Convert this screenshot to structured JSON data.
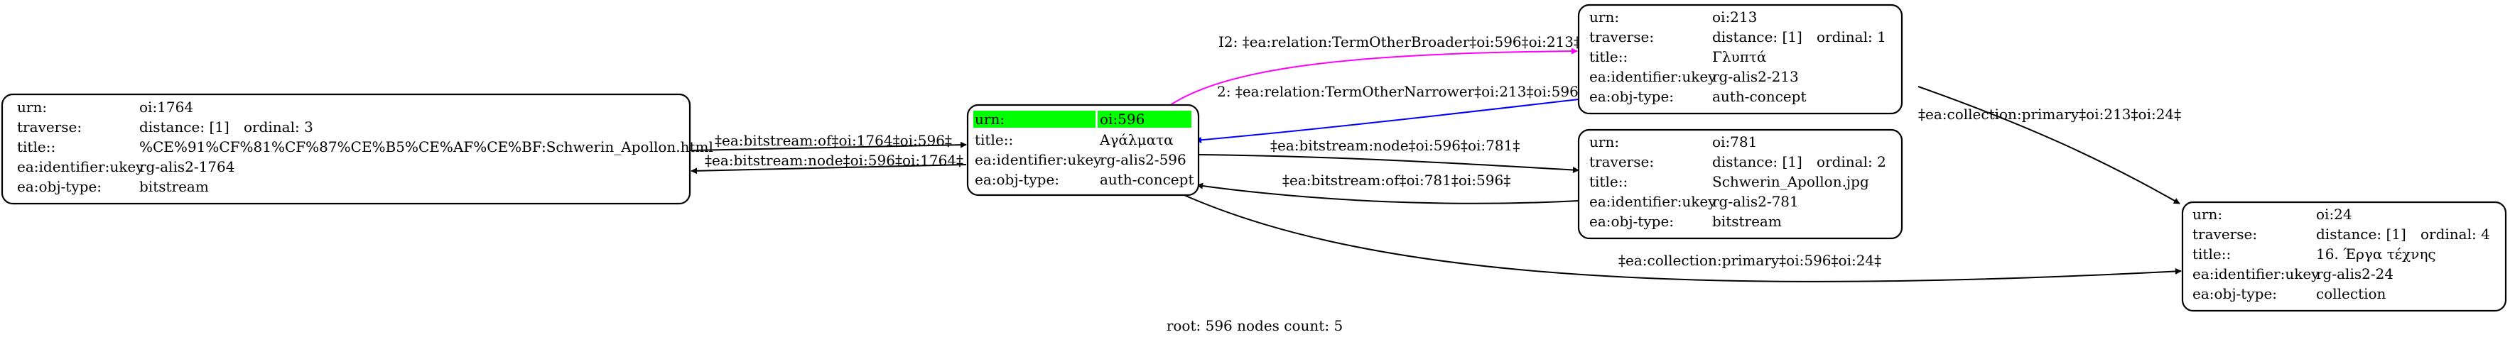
{
  "colors": {
    "root_highlight": "#00ff00",
    "edge_default": "#000000",
    "edge_broader": "#ff00ff",
    "edge_narrower": "#0000ff"
  },
  "nodes": {
    "oi1764": {
      "rows": [
        {
          "key": "urn:",
          "value": "oi:1764"
        },
        {
          "key": "traverse:",
          "value": "distance: [1]",
          "extra": "ordinal: 3"
        },
        {
          "key": "title::",
          "value": "%CE%91%CF%81%CF%87%CE%B5%CE%AF%CE%BF:Schwerin_Apollon.html"
        },
        {
          "key": "ea:identifier:ukey",
          "value": "rg-alis2-1764"
        },
        {
          "key": "ea:obj-type:",
          "value": "bitstream"
        }
      ]
    },
    "oi596": {
      "rows": [
        {
          "key": "urn:",
          "value": "oi:596"
        },
        {
          "key": "title::",
          "value": "Αγάλματα"
        },
        {
          "key": "ea:identifier:ukey",
          "value": "rg-alis2-596"
        },
        {
          "key": "ea:obj-type:",
          "value": "auth-concept"
        }
      ]
    },
    "oi213": {
      "rows": [
        {
          "key": "urn:",
          "value": "oi:213"
        },
        {
          "key": "traverse:",
          "value": "distance: [1]",
          "extra": "ordinal: 1"
        },
        {
          "key": "title::",
          "value": "Γλυπτά"
        },
        {
          "key": "ea:identifier:ukey",
          "value": "rg-alis2-213"
        },
        {
          "key": "ea:obj-type:",
          "value": "auth-concept"
        }
      ]
    },
    "oi781": {
      "rows": [
        {
          "key": "urn:",
          "value": "oi:781"
        },
        {
          "key": "traverse:",
          "value": "distance: [1]",
          "extra": "ordinal: 2"
        },
        {
          "key": "title::",
          "value": "Schwerin_Apollon.jpg"
        },
        {
          "key": "ea:identifier:ukey",
          "value": "rg-alis2-781"
        },
        {
          "key": "ea:obj-type:",
          "value": "bitstream"
        }
      ]
    },
    "oi24": {
      "rows": [
        {
          "key": "urn:",
          "value": "oi:24"
        },
        {
          "key": "traverse:",
          "value": "distance: [1]",
          "extra": "ordinal: 4"
        },
        {
          "key": "title::",
          "value": "16. Έργα τέχνης"
        },
        {
          "key": "ea:identifier:ukey",
          "value": "rg-alis2-24"
        },
        {
          "key": "ea:obj-type:",
          "value": "collection"
        }
      ]
    }
  },
  "edges": {
    "bitstream_of_1764_596": "‡ea:bitstream:of‡oi:1764‡oi:596‡",
    "bitstream_node_596_1764": "‡ea:bitstream:node‡oi:596‡oi:1764‡",
    "broader_596_213": "I2: ‡ea:relation:TermOtherBroader‡oi:596‡oi:213‡",
    "narrower_213_596": "2: ‡ea:relation:TermOtherNarrower‡oi:213‡oi:596‡",
    "bitstream_node_596_781": "‡ea:bitstream:node‡oi:596‡oi:781‡",
    "bitstream_of_781_596": "‡ea:bitstream:of‡oi:781‡oi:596‡",
    "collection_213_24": "‡ea:collection:primary‡oi:213‡oi:24‡",
    "collection_596_24": "‡ea:collection:primary‡oi:596‡oi:24‡"
  },
  "footer": "root: 596 nodes count: 5"
}
